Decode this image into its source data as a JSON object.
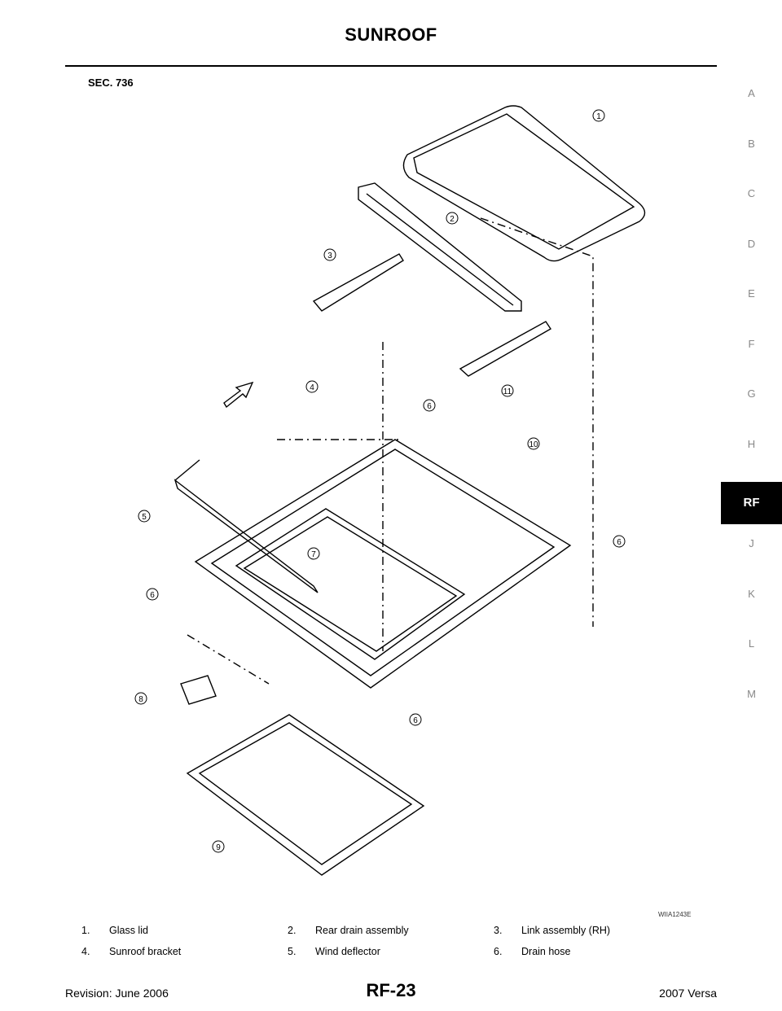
{
  "header": {
    "title": "SUNROOF",
    "section": "SEC. 736"
  },
  "side_index": {
    "letters": [
      "A",
      "B",
      "C",
      "D",
      "E",
      "F",
      "G",
      "H",
      "RF",
      "J",
      "K",
      "L",
      "M"
    ],
    "active": "RF"
  },
  "diagram": {
    "figure_code": "WIIA1243E",
    "callouts": [
      "1",
      "2",
      "3",
      "4",
      "5",
      "6",
      "6",
      "6",
      "6",
      "7",
      "8",
      "9",
      "10",
      "11"
    ]
  },
  "legend": [
    {
      "num": "1.",
      "label": "Glass lid"
    },
    {
      "num": "2.",
      "label": "Rear drain assembly"
    },
    {
      "num": "3.",
      "label": "Link assembly (RH)"
    },
    {
      "num": "4.",
      "label": "Sunroof bracket"
    },
    {
      "num": "5.",
      "label": "Wind deflector"
    },
    {
      "num": "6.",
      "label": "Drain hose"
    }
  ],
  "footer": {
    "revision": "Revision: June 2006",
    "page": "RF-23",
    "model": "2007 Versa"
  }
}
